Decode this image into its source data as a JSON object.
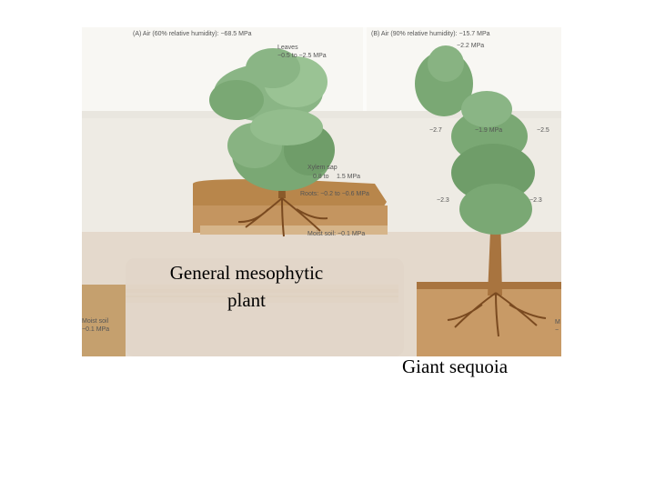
{
  "figure": {
    "panel_a": {
      "header": "(A)  Air (60% relative humidity): −68.5 MPa",
      "leaves_label": "Leaves",
      "leaves_value": "−0.5 to −2.5 MPa",
      "xylem_label": "Xylem sap",
      "xylem_value_1": "0.8 to",
      "xylem_value_2": "1.5 MPa",
      "roots_label": "Roots: −0.2 to −0.6 MPa",
      "moist_soil_label": "Moist soil: −0.1 MPa",
      "edge_soil_label_1": "Moist soil",
      "edge_soil_label_2": "−0.1 MPa"
    },
    "panel_b": {
      "header": "(B)  Air (90% relative humidity): −15.7 MPa",
      "top_value": "−2.2 MPa",
      "left_value_1": "−2.7",
      "mid_value": "−1.9 MPa",
      "right_value_1": "−2.5",
      "left_value_2": "−2.3",
      "right_value_2": "−2.3",
      "edge_label_1": "M",
      "edge_label_2": "−"
    },
    "colors": {
      "soil": "#b8864b",
      "soil_dark": "#8f5e2b",
      "foliage": "#7aa874",
      "foliage_dark": "#5f8f5a",
      "trunk": "#8a5a2a",
      "ground_panel": "#e4d9cc"
    }
  },
  "labels": {
    "mesophytic_plant": "General mesophytic plant",
    "giant_sequoia": "Giant sequoia"
  }
}
